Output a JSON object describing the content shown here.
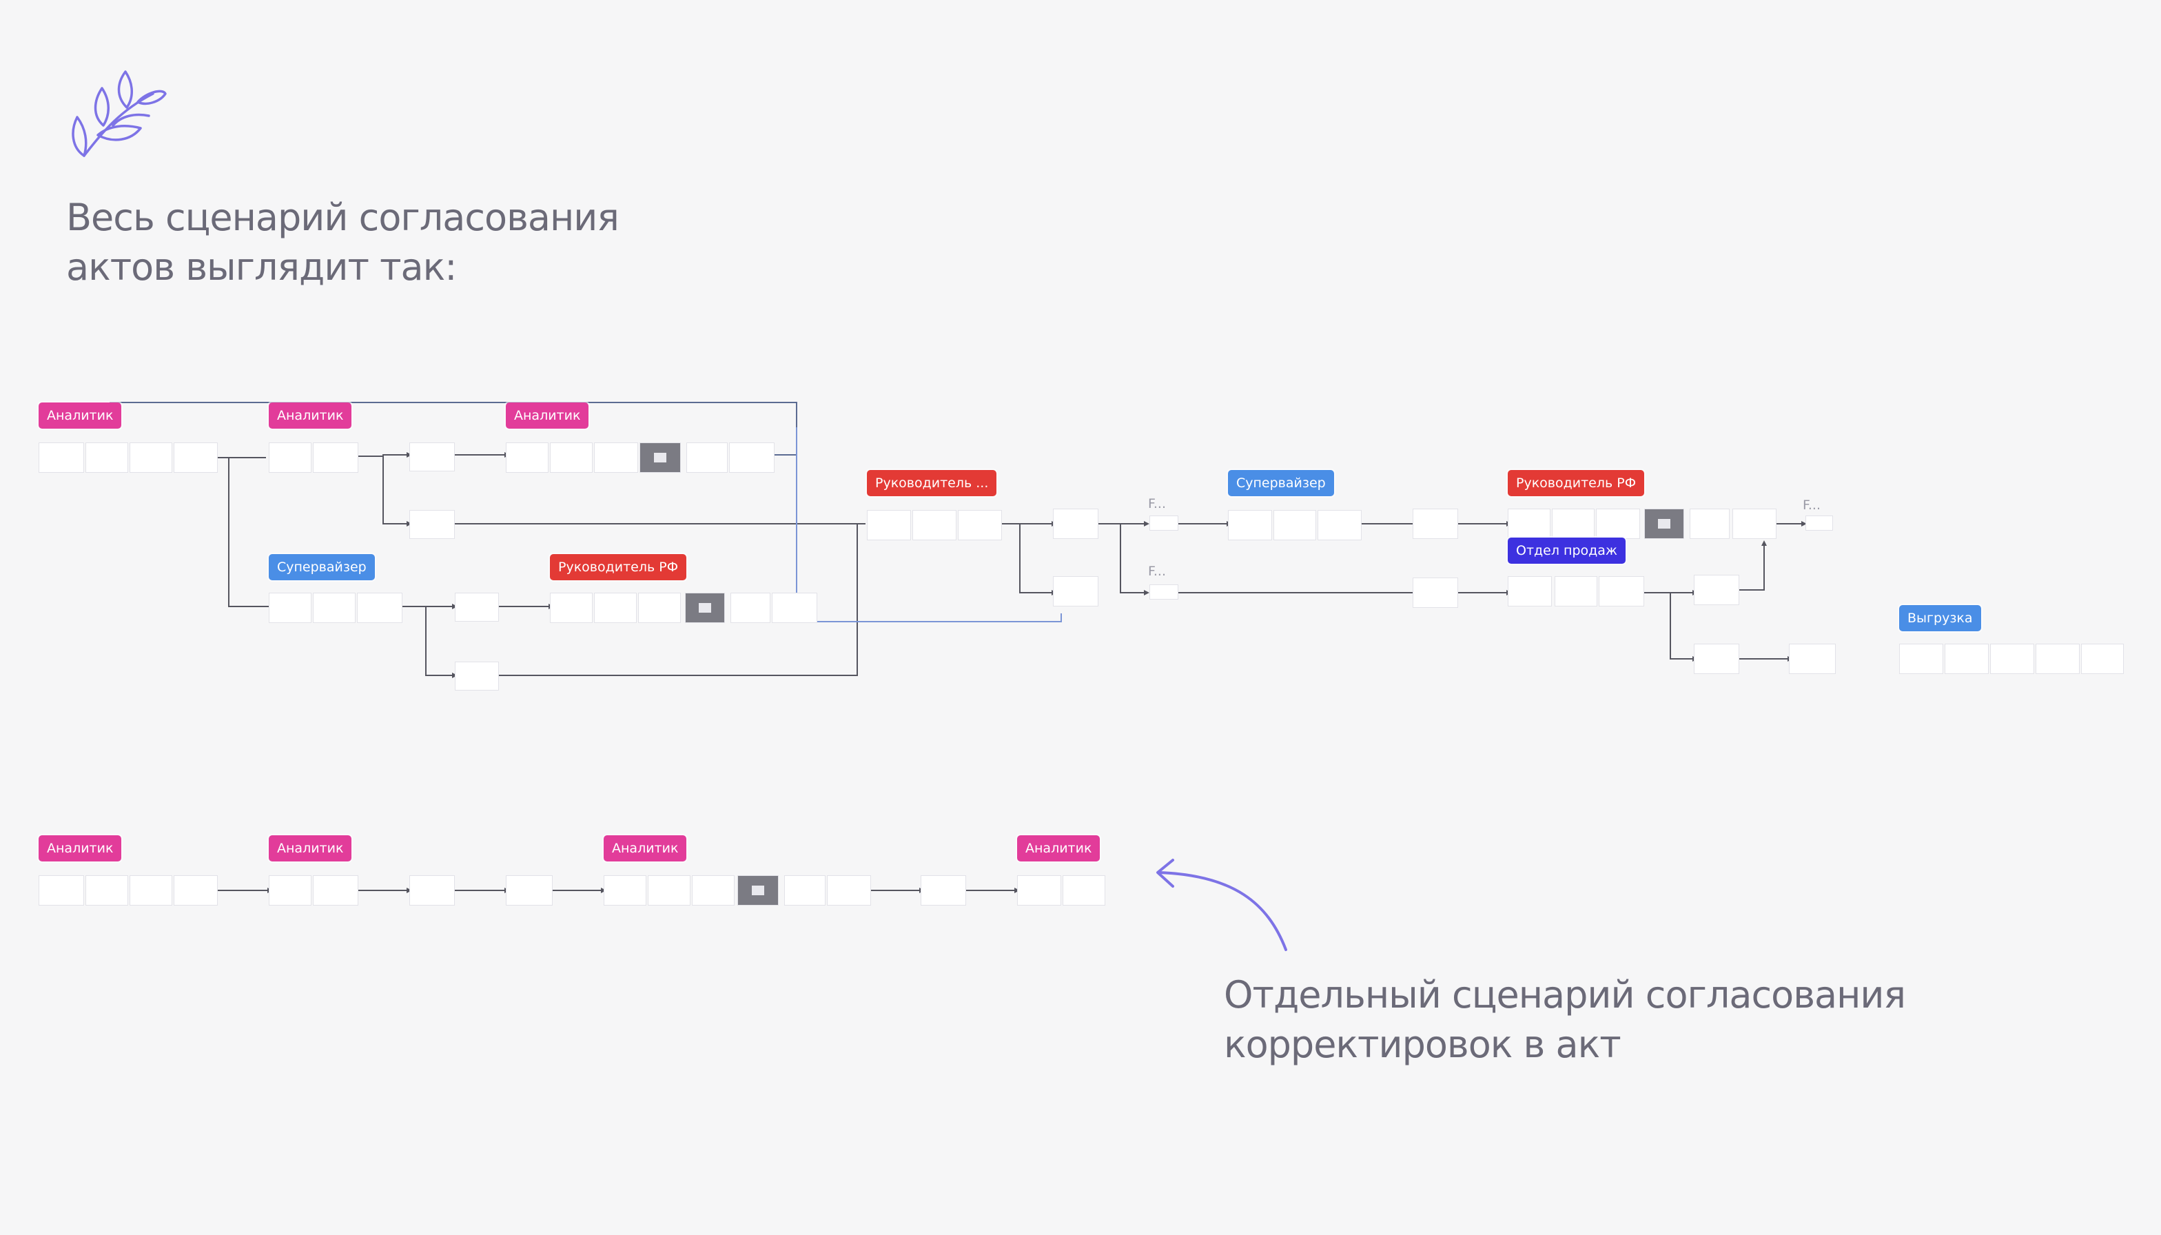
{
  "heading_top": {
    "line1": "Весь сценарий согласования",
    "line2": "актов выглядит так:"
  },
  "heading_bottom": {
    "line1": "Отдельный сценарий согласования",
    "line2": "корректировок в акт"
  },
  "icons": {
    "logo": "leaf-branch-icon",
    "arrow": "curved-arrow-icon"
  },
  "colors": {
    "background": "#f6f6f7",
    "heading": "#6b6a78",
    "accent": "#7d73e6",
    "role_analyst": "#e23c9a",
    "role_manager": "#e33a35",
    "role_supervisor": "#4a8ee6",
    "role_sales": "#3d31e0"
  },
  "roles": {
    "analyst": "Аналитик",
    "supervisor": "Супервайзер",
    "manager_rf": "Руководитель РФ",
    "manager_truncated": "Руководитель ...",
    "sales": "Отдел продаж",
    "export": "Выгрузка"
  },
  "mini_labels": {
    "f1": "F...",
    "f2": "F...",
    "f3": "F..."
  }
}
